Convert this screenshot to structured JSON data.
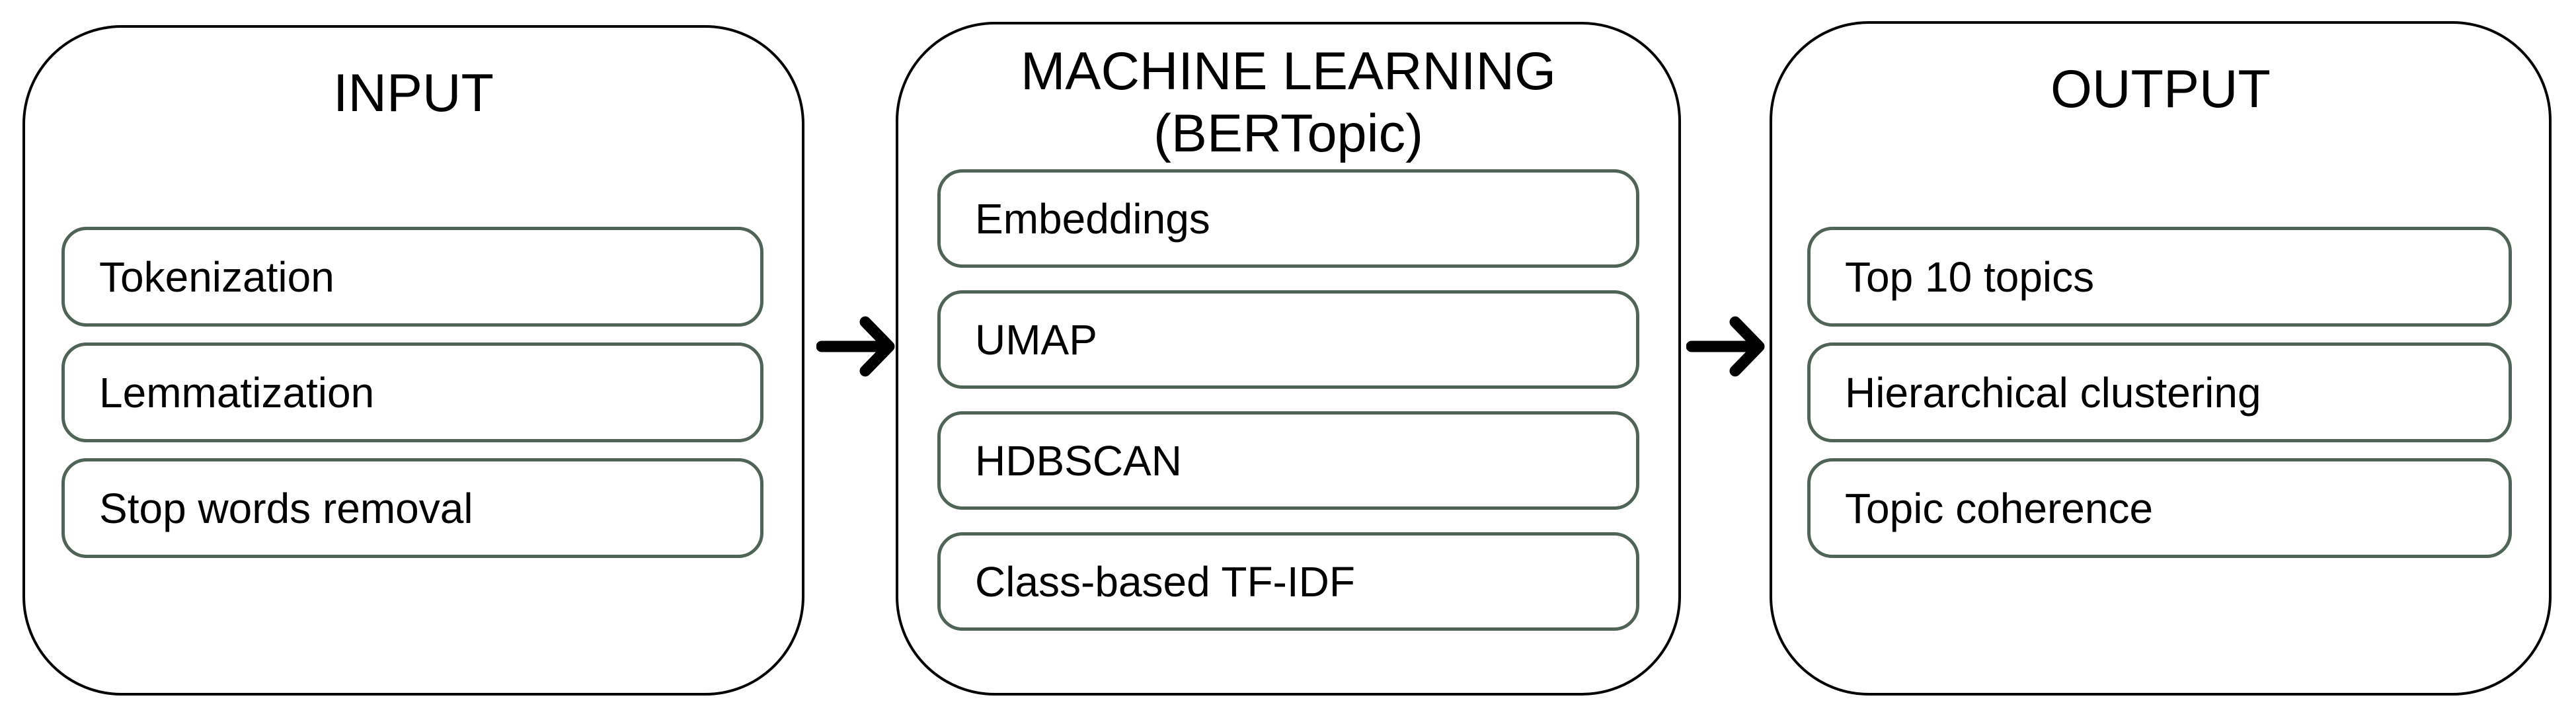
{
  "columns": [
    {
      "title": "INPUT",
      "subtitle": "",
      "items": [
        "Tokenization",
        "Lemmatization",
        "Stop words removal"
      ]
    },
    {
      "title": "MACHINE LEARNING",
      "subtitle": "(BERTopic)",
      "items": [
        "Embeddings",
        "UMAP",
        "HDBSCAN",
        "Class-based TF-IDF"
      ]
    },
    {
      "title": "OUTPUT",
      "subtitle": "",
      "items": [
        "Top 10 topics",
        "Hierarchical clustering",
        "Topic coherence"
      ]
    }
  ],
  "colors": {
    "background": "#ffffff",
    "outer_border": "#000000",
    "inner_border": "#4f6456",
    "text": "#000000",
    "arrow": "#000000"
  }
}
